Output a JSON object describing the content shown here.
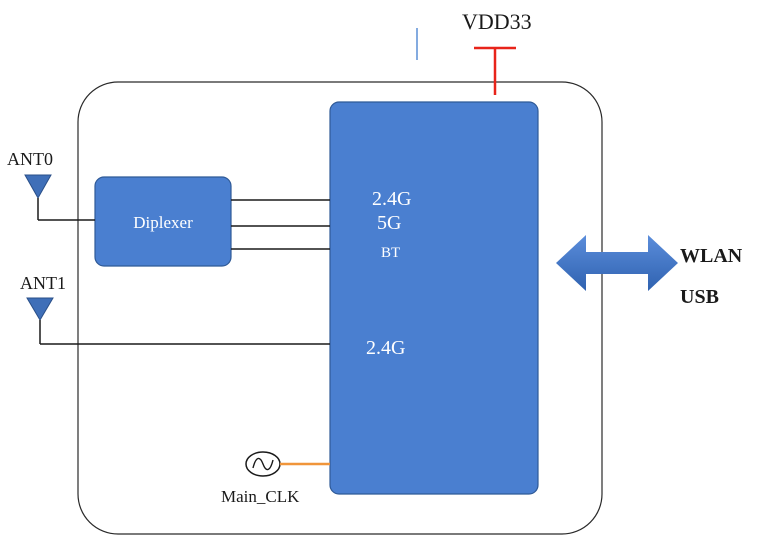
{
  "power": {
    "label": "VDD33",
    "color": "#e8241a"
  },
  "antennas": [
    {
      "id": "ant0",
      "label": "ANT0"
    },
    {
      "id": "ant1",
      "label": "ANT1"
    }
  ],
  "diplexer": {
    "label": "Diplexer"
  },
  "chip": {
    "bands_upper": [
      "2.4G",
      "5G",
      "BT"
    ],
    "band_lower": "2.4G"
  },
  "interface": {
    "labels": [
      "WLAN",
      "USB"
    ]
  },
  "clock": {
    "label": "Main_CLK",
    "line_color": "#f0953a"
  },
  "colors": {
    "block_fill": "#4a7fd0",
    "block_stroke": "#2f5a97",
    "antenna_fill": "#3f6fb8",
    "arrow_fill": "#3f74c4",
    "outline": "#2a2a2a",
    "marker": "#5b8fd6"
  }
}
